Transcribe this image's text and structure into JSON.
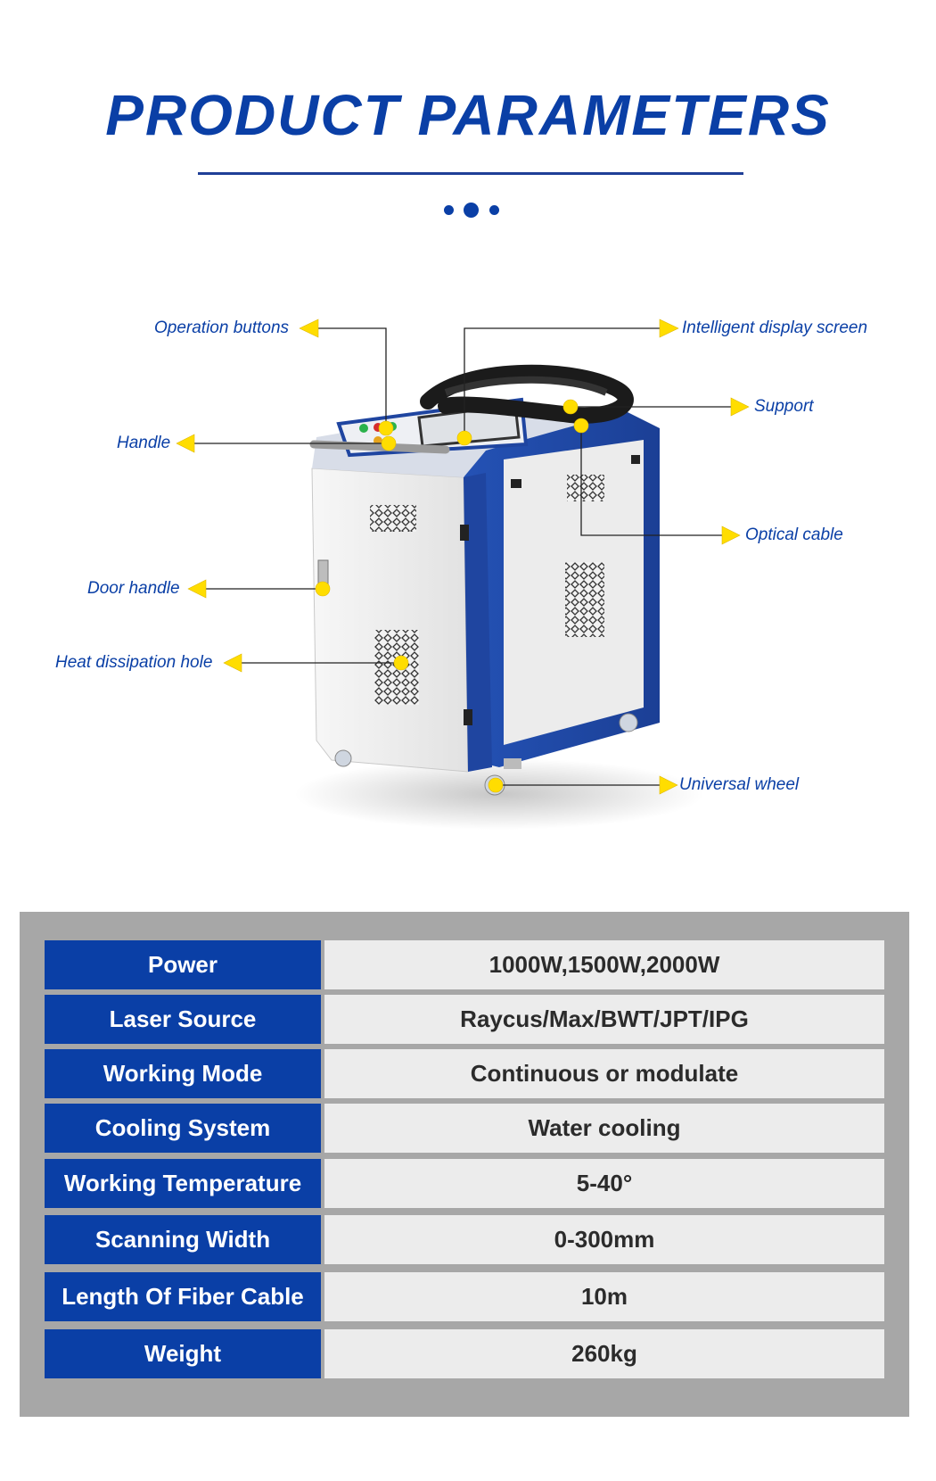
{
  "header": {
    "title": "PRODUCT PARAMETERS"
  },
  "colors": {
    "brand_blue": "#0a3fa6",
    "marker_yellow": "#ffdd00",
    "panel_gray": "#a7a7a7",
    "value_bg": "#ececec"
  },
  "callouts": {
    "operation_buttons": "Operation buttons",
    "intelligent_display_screen": "Intelligent display screen",
    "support": "Support",
    "handle": "Handle",
    "optical_cable": "Optical cable",
    "door_handle": "Door handle",
    "heat_dissipation_hole": "Heat dissipation hole",
    "universal_wheel": "Universal wheel"
  },
  "specs": [
    {
      "label": "Power",
      "value": "1000W,1500W,2000W"
    },
    {
      "label": "Laser Source",
      "value": "Raycus/Max/BWT/JPT/IPG"
    },
    {
      "label": "Working Mode",
      "value": "Continuous or modulate"
    },
    {
      "label": "Cooling System",
      "value": "Water cooling"
    },
    {
      "label": "Working Temperature",
      "value": "5-40°"
    },
    {
      "label": "Scanning Width",
      "value": "0-300mm"
    },
    {
      "label": "Length Of Fiber Cable",
      "value": "10m"
    },
    {
      "label": "Weight",
      "value": "260kg"
    }
  ]
}
